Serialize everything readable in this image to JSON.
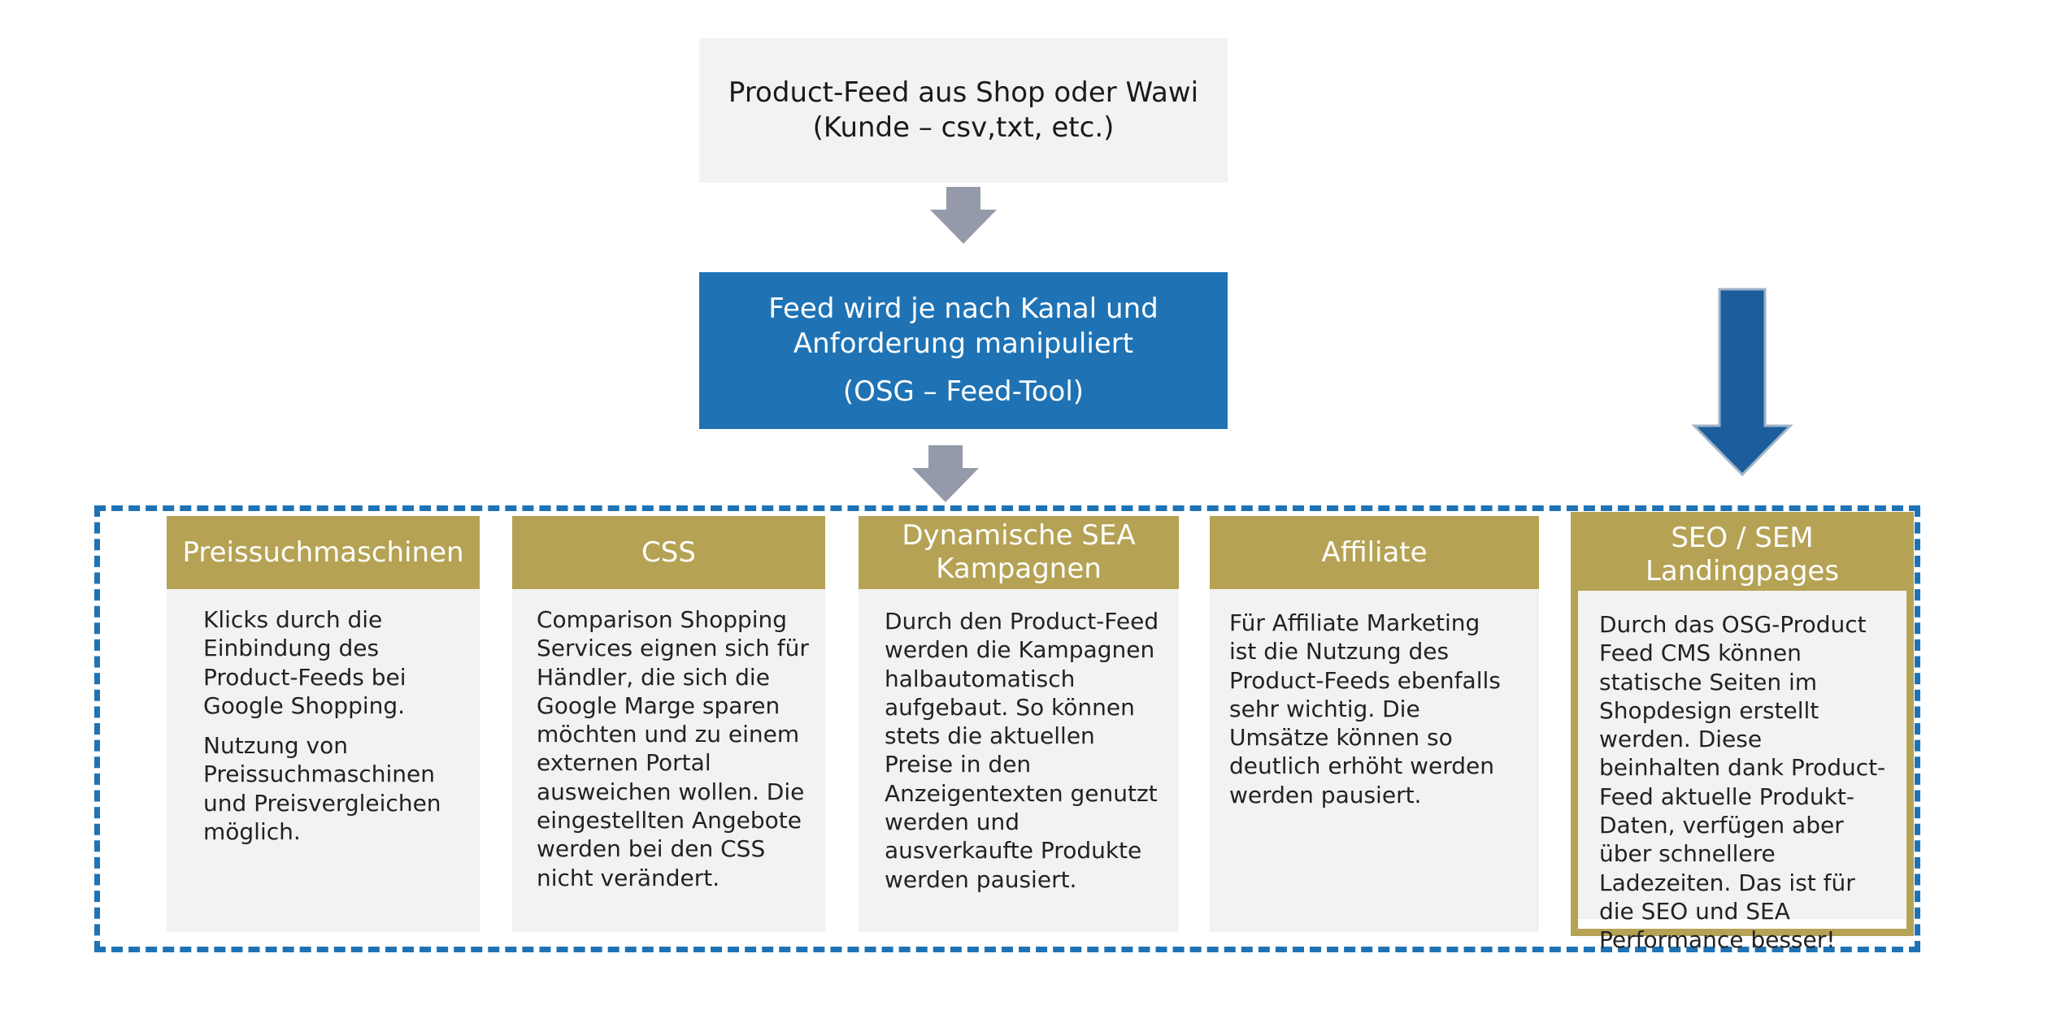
{
  "colors": {
    "blue": "#1f73b5",
    "dark_blue": "#1b5e9b",
    "gold": "#b5a254",
    "gray_box": "#f2f2f2",
    "gray_arrow": "#959aaa"
  },
  "top_box": {
    "line1": "Product-Feed aus Shop oder Wawi",
    "line2": "(Kunde – csv,txt, etc.)"
  },
  "mid_box": {
    "line1": "Feed wird je nach Kanal und",
    "line2": "Anforderung manipuliert",
    "line3": "(OSG – Feed-Tool)"
  },
  "columns": [
    {
      "title": "Preissuchmaschinen",
      "paragraphs": [
        "Klicks durch die Einbindung des Product-Feeds bei Google Shopping.",
        "Nutzung von Preissuchmaschinen und Preisvergleichen möglich."
      ]
    },
    {
      "title": "CSS",
      "paragraphs": [
        "Comparison Shopping Services eignen sich für Händler, die sich die Google Marge sparen möchten und zu einem externen Portal ausweichen wollen. Die eingestellten Angebote werden bei den CSS nicht verändert."
      ]
    },
    {
      "title": "Dynamische SEA Kampagnen",
      "paragraphs": [
        "Durch den Product-Feed werden die Kampagnen halbautomatisch aufgebaut. So können stets die aktuellen Preise in den Anzeigentexten genutzt werden und ausverkaufte Produkte werden pausiert."
      ]
    },
    {
      "title": "Affiliate",
      "paragraphs": [
        "Für Affiliate Marketing ist die Nutzung des Product-Feeds ebenfalls sehr wichtig. Die Umsätze können so deutlich erhöht werden werden pausiert."
      ]
    },
    {
      "title": "SEO / SEM Landingpages",
      "paragraphs": [
        "Durch das OSG-Product Feed CMS können statische Seiten im Shopdesign erstellt werden. Diese beinhalten dank Product-Feed aktuelle Produkt-Daten, verfügen aber über schnellere Ladezeiten. Das ist für die SEO und SEA Performance besser!"
      ]
    }
  ]
}
